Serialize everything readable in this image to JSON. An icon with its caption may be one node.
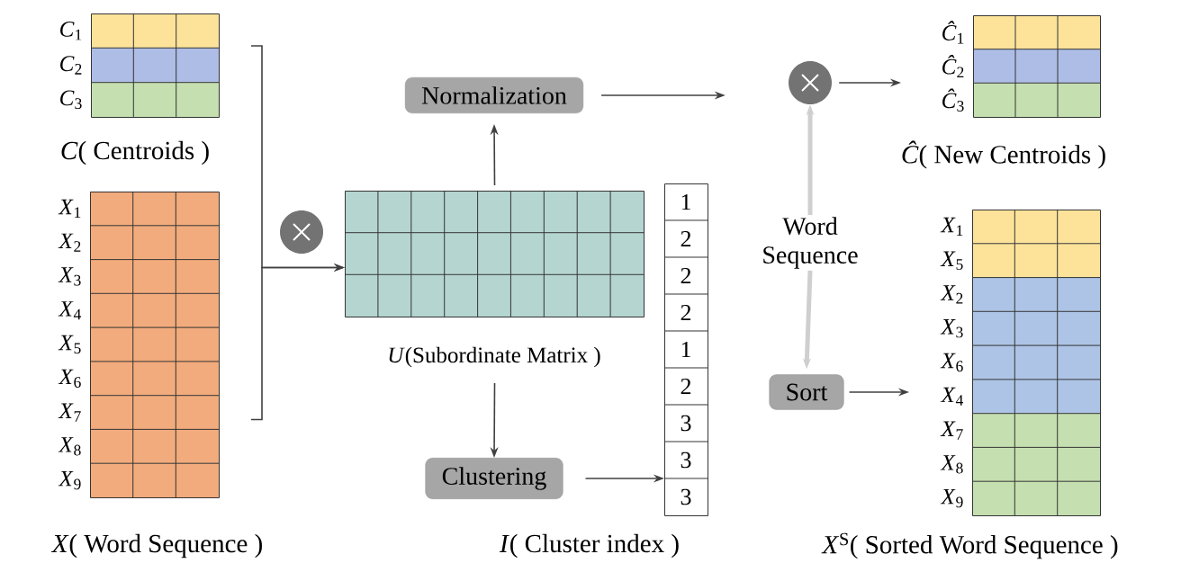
{
  "diagram": {
    "nodes": [
      {
        "text": [],
        "shape": "box",
        "beside": [
          "*C*$_{1}$",
          "*C*$_{2}$",
          "*C*$_{3}$",
          "*C*( Centroids )"
        ]
      },
      {
        "text": [],
        "shape": "box",
        "beside": [
          "*X*$_{1}$",
          "*X*$_{2}$",
          "*X*$_{3}$",
          "*X*$_{4}$",
          "*X*$_{5}$",
          "*X*$_{6}$",
          "*X*$_{7}$",
          "*X*$_{8}$",
          "*X*$_{9}$",
          "*X*( Word Sequence )"
        ]
      },
      {
        "text": [],
        "shape": "circle"
      },
      {
        "text": [],
        "shape": "box",
        "beside": [
          "*U*(Subordinate Matrix )"
        ]
      },
      {
        "text": [
          "Normalization"
        ]
      },
      {
        "text": [
          "Clustering"
        ]
      },
      {
        "text": [
          "1",
          "2",
          "2",
          "2",
          "1",
          "2",
          "3",
          "3",
          "3"
        ],
        "beside": [
          "*I*( Cluster index )"
        ]
      },
      {
        "text": [],
        "shape": "circle"
      },
      {
        "text": [],
        "shape": "box",
        "beside": [
          "*Ĉ*$_{1}$",
          "*Ĉ*$_{2}$",
          "*Ĉ*$_{3}$",
          "*Ĉ*( New Centroids )"
        ]
      },
      {
        "text": [
          "Word Sequence"
        ]
      },
      {
        "text": [
          "Sort"
        ]
      },
      {
        "text": [],
        "shape": "box",
        "beside": [
          "*X*$_{1}$",
          "*X*$_{5}$",
          "*X*$_{2}$",
          "*X*$_{3}$",
          "*X*$_{6}$",
          "*X*$_{4}$",
          "*X*$_{7}$",
          "*X*$_{8}$",
          "*X*$_{9}$",
          "*X*$^{S}$( Sorted Word Sequence )"
        ]
      }
    ],
    "edges": [
      {
        "from": 0,
        "to": 3,
        "arrow": "to"
      },
      {
        "from": 1,
        "to": 3,
        "arrow": "to"
      },
      {
        "from": 3,
        "to": 4,
        "arrow": "to"
      },
      {
        "from": 3,
        "to": 5,
        "arrow": "to"
      },
      {
        "from": 5,
        "to": 6,
        "arrow": "to"
      },
      {
        "from": 4,
        "to": 7,
        "arrow": "to"
      },
      {
        "from": 7,
        "to": 8,
        "arrow": "to"
      },
      {
        "from": 9,
        "to": 7,
        "arrow": "to",
        "style": "thick",
        "color": "#cfcfcf"
      },
      {
        "from": 9,
        "to": 10,
        "arrow": "to",
        "style": "thick",
        "color": "#cfcfcf"
      },
      {
        "from": 10,
        "to": 11,
        "arrow": "to"
      }
    ]
  }
}
